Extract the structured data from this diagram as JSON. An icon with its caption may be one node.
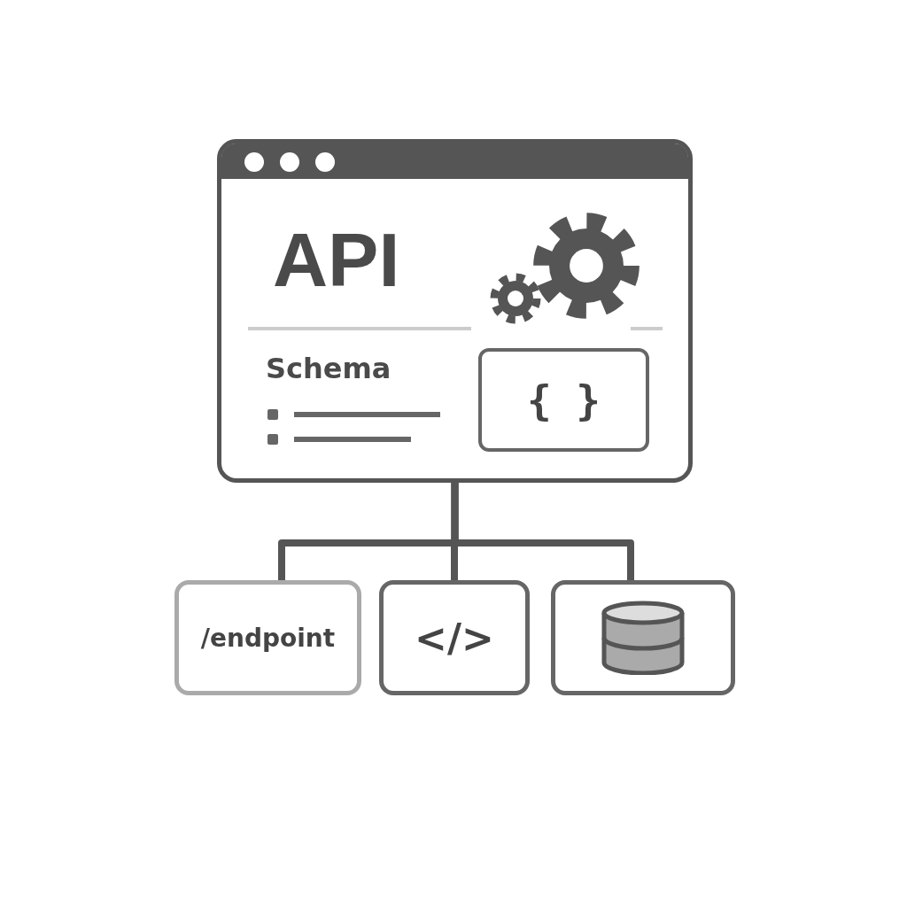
{
  "diagram": {
    "nodes": [
      {
        "text": [
          "API",
          "Schema"
        ]
      },
      {
        "text": [
          "{ }"
        ],
        "in": 0
      },
      {
        "text": [
          "/endpoint"
        ]
      },
      {
        "text": [
          "</>"
        ]
      },
      {
        "text": [],
        "shape": "box"
      }
    ],
    "edges": [
      {
        "from": 0,
        "to": 2,
        "arrow": "none"
      },
      {
        "from": 0,
        "to": 3,
        "arrow": "none"
      },
      {
        "from": 0,
        "to": 4,
        "arrow": "none"
      }
    ]
  }
}
